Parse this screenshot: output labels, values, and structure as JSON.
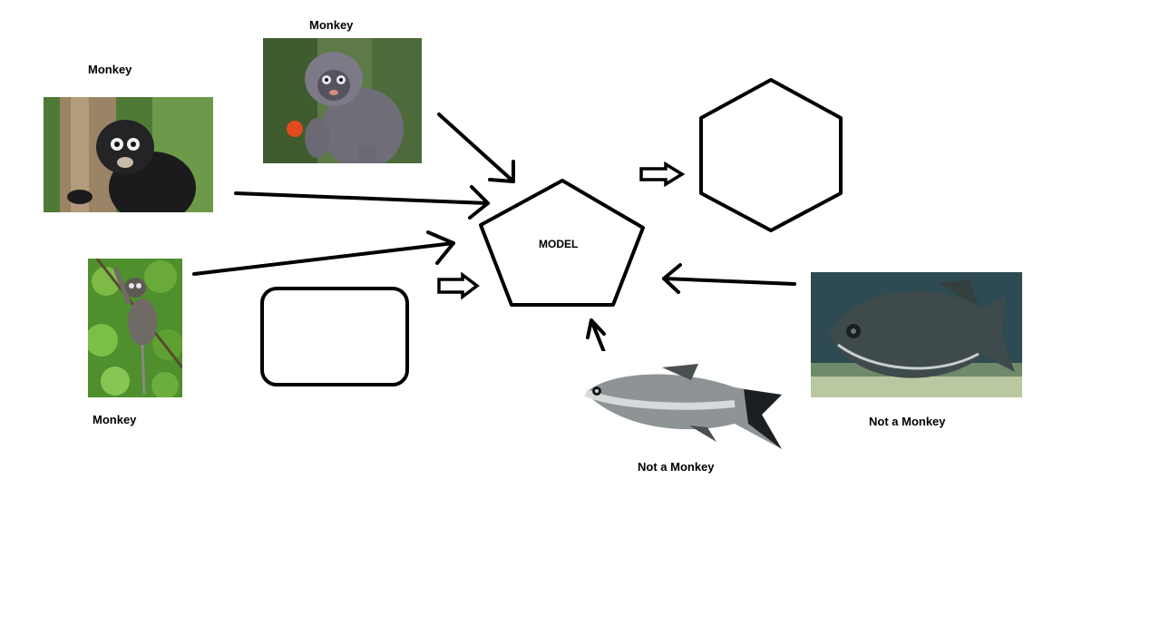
{
  "labels": {
    "monkey_top": "Monkey",
    "monkey_left": "Monkey",
    "monkey_bottom": "Monkey",
    "fish_right": "Not a Monkey",
    "fish_bottom": "Not a Monkey"
  },
  "model_label": "MODEL",
  "colors": {
    "stroke": "#000000",
    "background": "#ffffff"
  }
}
